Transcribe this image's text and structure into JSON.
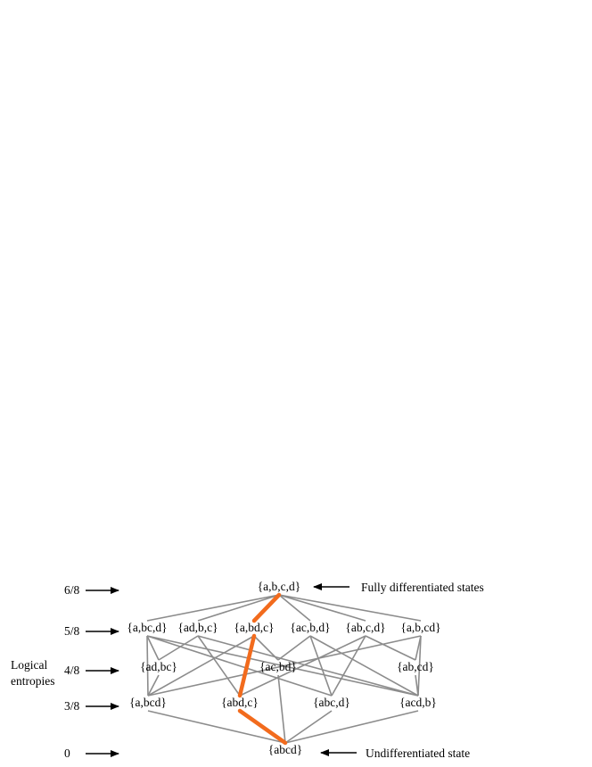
{
  "axis_label": [
    "Logical",
    "entropies"
  ],
  "levels": [
    {
      "id": "l6",
      "label": "6/8"
    },
    {
      "id": "l5",
      "label": "5/8"
    },
    {
      "id": "l4",
      "label": "4/8"
    },
    {
      "id": "l3",
      "label": "3/8"
    },
    {
      "id": "l0",
      "label": "0"
    }
  ],
  "nodes": [
    {
      "id": "abcd_top",
      "label": "{a,b,c,d}",
      "level": "l6"
    },
    {
      "id": "a_bc_d",
      "label": "{a,bc,d}",
      "level": "l5"
    },
    {
      "id": "ad_b_c",
      "label": "{ad,b,c}",
      "level": "l5"
    },
    {
      "id": "a_bd_c",
      "label": "{a,bd,c}",
      "level": "l5"
    },
    {
      "id": "ac_b_d",
      "label": "{ac,b,d}",
      "level": "l5"
    },
    {
      "id": "ab_c_d",
      "label": "{ab,c,d}",
      "level": "l5"
    },
    {
      "id": "a_b_cd",
      "label": "{a,b,cd}",
      "level": "l5"
    },
    {
      "id": "ad_bc",
      "label": "{ad,bc}",
      "level": "l4"
    },
    {
      "id": "ac_bd",
      "label": "{ac,bd}",
      "level": "l4"
    },
    {
      "id": "ab_cd",
      "label": "{ab,cd}",
      "level": "l4"
    },
    {
      "id": "a_bcd",
      "label": "{a,bcd}",
      "level": "l3"
    },
    {
      "id": "abd_c",
      "label": "{abd,c}",
      "level": "l3"
    },
    {
      "id": "abc_d",
      "label": "{abc,d}",
      "level": "l3"
    },
    {
      "id": "acd_b",
      "label": "{acd,b}",
      "level": "l3"
    },
    {
      "id": "abcd_bottom",
      "label": "{abcd}",
      "level": "l0"
    }
  ],
  "edges": [
    [
      "abcd_top",
      "a_bc_d"
    ],
    [
      "abcd_top",
      "ad_b_c"
    ],
    [
      "abcd_top",
      "a_bd_c"
    ],
    [
      "abcd_top",
      "ac_b_d"
    ],
    [
      "abcd_top",
      "ab_c_d"
    ],
    [
      "abcd_top",
      "a_b_cd"
    ],
    [
      "a_bc_d",
      "ad_bc"
    ],
    [
      "a_bc_d",
      "a_bcd"
    ],
    [
      "a_bc_d",
      "abc_d"
    ],
    [
      "a_bc_d",
      "acd_b"
    ],
    [
      "ad_b_c",
      "ad_bc"
    ],
    [
      "ad_b_c",
      "abd_c"
    ],
    [
      "ad_b_c",
      "acd_b"
    ],
    [
      "a_bd_c",
      "ac_bd"
    ],
    [
      "a_bd_c",
      "abd_c"
    ],
    [
      "a_bd_c",
      "a_bcd"
    ],
    [
      "ac_b_d",
      "ac_bd"
    ],
    [
      "ac_b_d",
      "abc_d"
    ],
    [
      "ac_b_d",
      "acd_b"
    ],
    [
      "ab_c_d",
      "ab_cd"
    ],
    [
      "ab_c_d",
      "abd_c"
    ],
    [
      "ab_c_d",
      "abc_d"
    ],
    [
      "a_b_cd",
      "ab_cd"
    ],
    [
      "a_b_cd",
      "a_bcd"
    ],
    [
      "a_b_cd",
      "acd_b"
    ],
    [
      "ad_bc",
      "a_bcd"
    ],
    [
      "ac_bd",
      "abcd_bottom"
    ],
    [
      "ab_cd",
      "acd_b"
    ],
    [
      "a_bcd",
      "abcd_bottom"
    ],
    [
      "abd_c",
      "abcd_bottom"
    ],
    [
      "abc_d",
      "abcd_bottom"
    ],
    [
      "acd_b",
      "abcd_bottom"
    ]
  ],
  "highlight_path": [
    [
      "abcd_top",
      "a_bd_c"
    ],
    [
      "a_bd_c",
      "abd_c"
    ],
    [
      "abd_c",
      "abcd_bottom"
    ]
  ],
  "annotations": [
    {
      "id": "fully",
      "text": "Fully differentiated states",
      "target": "abcd_top"
    },
    {
      "id": "undiff",
      "text": "Undifferentiated state",
      "target": "abcd_bottom"
    }
  ],
  "colors": {
    "edge": "#8c8c8c",
    "highlight": "#f26b1d",
    "text": "#000000"
  }
}
